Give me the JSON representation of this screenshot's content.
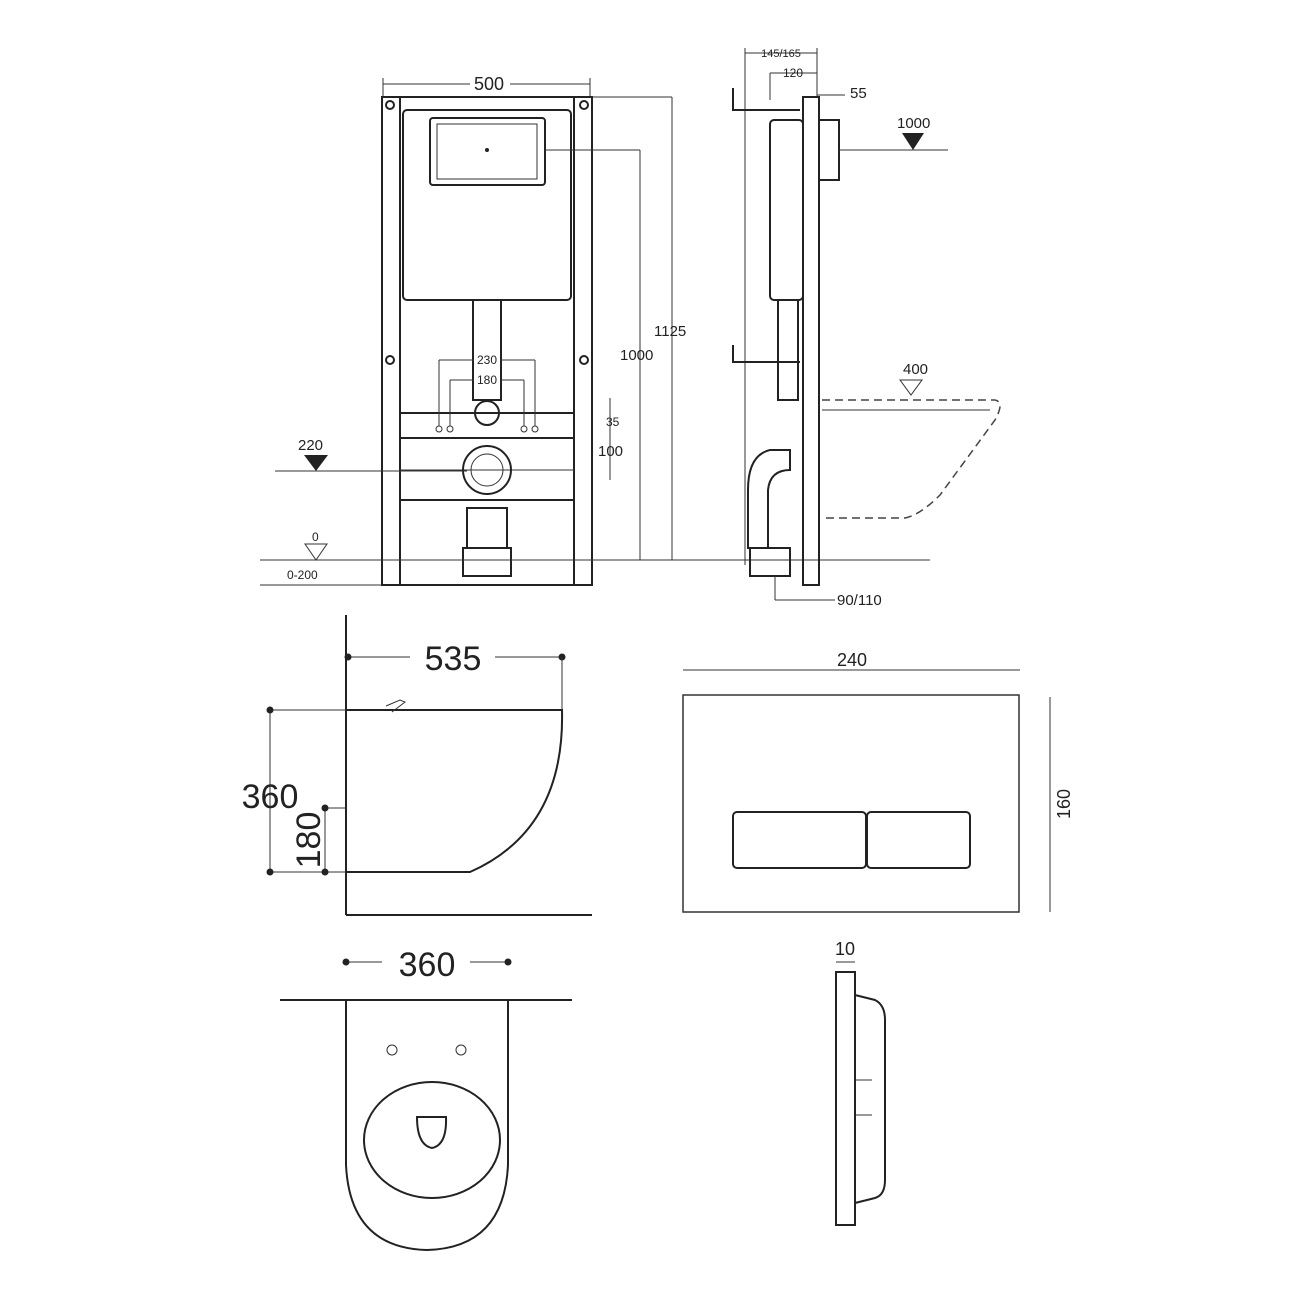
{
  "front_view": {
    "width": "500",
    "height_total": "1125",
    "height_flush": "1000",
    "pipe_spacing_outer": "230",
    "pipe_spacing_inner": "180",
    "offset_small": "35",
    "offset_100": "100",
    "level_220": "220",
    "level_0": "0",
    "level_range": "0-200"
  },
  "side_view": {
    "depth_range": "145/165",
    "depth_120": "120",
    "depth_55": "55",
    "level_1000": "1000",
    "level_400": "400",
    "pipe_diameter": "90/110"
  },
  "bowl_side": {
    "length": "535",
    "height": "360",
    "half_height": "180"
  },
  "flush_plate": {
    "width": "240",
    "height": "160",
    "thickness": "10"
  },
  "bowl_top": {
    "width": "360"
  }
}
